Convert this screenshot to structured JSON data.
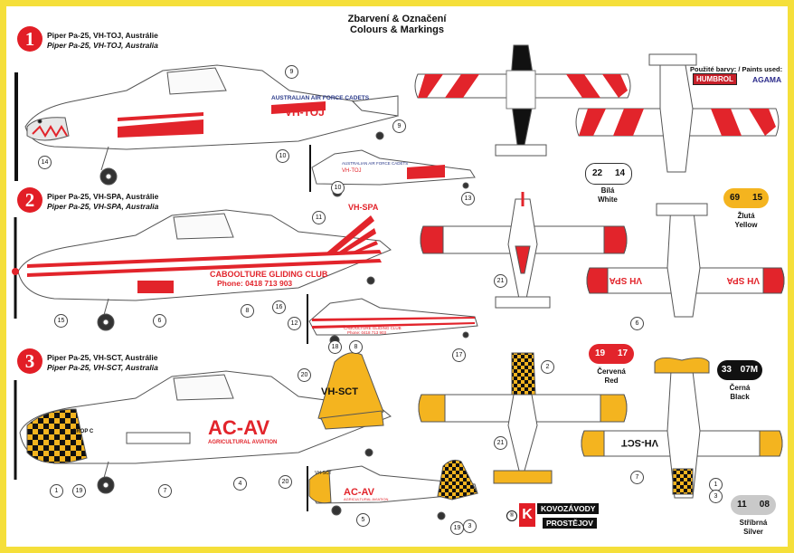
{
  "header": {
    "title_cz": "Zbarvení & Označení",
    "title_en": "Colours & Markings"
  },
  "schemes": [
    {
      "number": "1",
      "caption_cz": "Piper Pa-25, VH-TOJ, Austrálie",
      "caption_en": "Piper Pa-25, VH-TOJ, Australia",
      "fuselage_text": "AUSTRALIAN AIR FORCE CADETS",
      "registration": "VH-TOJ",
      "small_fuselage_text": "AUSTRALIAN AIR FORCE CADETS",
      "small_registration": "VH-TOJ",
      "callouts": [
        "9",
        "10",
        "9",
        "14",
        "10",
        "13"
      ]
    },
    {
      "number": "2",
      "caption_cz": "Piper Pa-25, VH-SPA, Austrálie",
      "caption_en": "Piper Pa-25, VH-SPA, Australia",
      "registration": "VH-SPA",
      "club_name": "CABOOLTURE GLIDING CLUB",
      "club_phone": "Phone: 0418 713 903",
      "small_club_name": "CABOOLTURE GLIDING CLUB",
      "small_phone": "Phone: 0418 713 903",
      "wing_registration": "VH SPA",
      "callouts": [
        "11",
        "8",
        "16",
        "15",
        "6",
        "12",
        "18",
        "8",
        "17",
        "21",
        "6"
      ]
    },
    {
      "number": "3",
      "caption_cz": "Piper Pa-25, VH-SCT, Austrálie",
      "caption_en": "Piper Pa-25, VH-SCT, Australia",
      "registration": "VH-SCT",
      "logo": "AC-AV",
      "logo_sub": "AGRICULTURAL AVIATION",
      "crop_text": "CROP C",
      "small_registration": "VH-SCT",
      "small_logo": "AC-AV",
      "small_logo_sub": "AGRICULTURAL AVIATION",
      "wing_registration": "VH-SCT",
      "callouts": [
        "20",
        "1",
        "19",
        "7",
        "4",
        "20",
        "5",
        "19",
        "3",
        "2",
        "21",
        "7",
        "1",
        "3"
      ]
    }
  ],
  "paints_used": {
    "label": "Použité barvy: / Paints used:",
    "brand1": "HUMBROL",
    "brand2": "AGAMA"
  },
  "paints": [
    {
      "n1": "22",
      "n2": "14",
      "cz": "Bílá",
      "en": "White",
      "bg": "#ffffff",
      "fg": "#111111"
    },
    {
      "n1": "69",
      "n2": "15",
      "cz": "Žlutá",
      "en": "Yellow",
      "bg": "#f4b41f",
      "fg": "#111111"
    },
    {
      "n1": "19",
      "n2": "17",
      "cz": "Červená",
      "en": "Red",
      "bg": "#e2242b",
      "fg": "#ffffff"
    },
    {
      "n1": "33",
      "n2": "07M",
      "cz": "Černá",
      "en": "Black",
      "bg": "#111111",
      "fg": "#ffffff"
    },
    {
      "n1": "11",
      "n2": "08",
      "cz": "Stříbrná",
      "en": "Silver",
      "bg": "#c9c9c9",
      "fg": "#111111"
    }
  ],
  "maker": {
    "k": "K",
    "line1": "KOVOZÁVODY",
    "line2": "PROSTĚJOV"
  },
  "colors": {
    "frame": "#f5df3a",
    "red": "#e2242b",
    "yellow": "#f4b41f",
    "black": "#111111"
  }
}
